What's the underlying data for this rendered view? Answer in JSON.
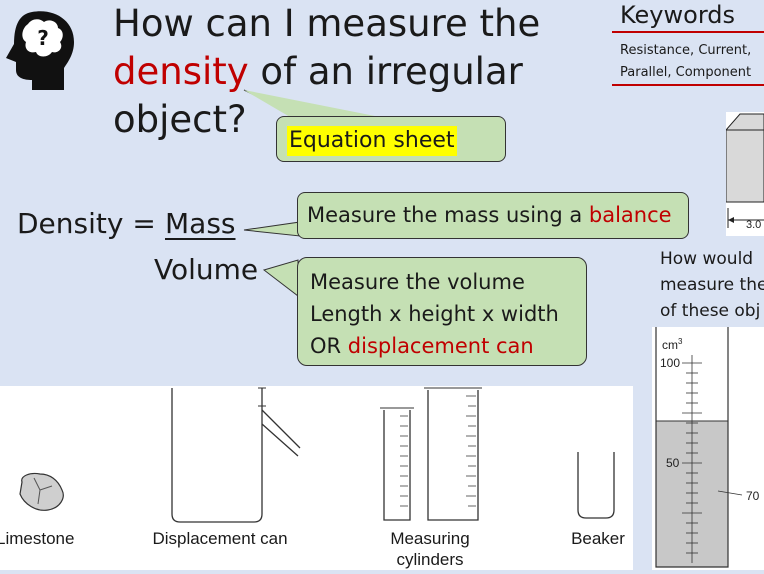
{
  "title": {
    "line1": "How can I measure the",
    "highlight": "density",
    "line2_rest": " of an irregular",
    "line3": "object?"
  },
  "keywords": {
    "heading": "Keywords",
    "line1": "Resistance, Current,",
    "line2": "Parallel, Component"
  },
  "equation_sheet": "Equation sheet",
  "formula": {
    "lhs": "Density =",
    "numerator": "Mass",
    "denominator": "Volume"
  },
  "mass_callout": {
    "text": "Measure the mass using a ",
    "highlight": "balance"
  },
  "volume_callout": {
    "line1": "Measure the volume",
    "line2": "Length x height x width",
    "line3_prefix": "OR ",
    "line3_highlight": "displacement can"
  },
  "block_label": "3.0",
  "question": {
    "line1": "How would",
    "line2": "measure the",
    "line3": "of these obj"
  },
  "equipment": {
    "limestone": "Limestone",
    "displacement_can": "Displacement can",
    "measuring_cylinders_1": "Measuring",
    "measuring_cylinders_2": "cylinders",
    "beaker": "Beaker"
  },
  "cylinder": {
    "unit": "cm",
    "unit_sup": "3",
    "tick_100": "100",
    "tick_50": "50",
    "reading": "70"
  },
  "colors": {
    "background": "#dae3f3",
    "callout_fill": "#c5e0b4",
    "accent_red": "#c00000",
    "highlight_yellow": "#ffff00"
  }
}
